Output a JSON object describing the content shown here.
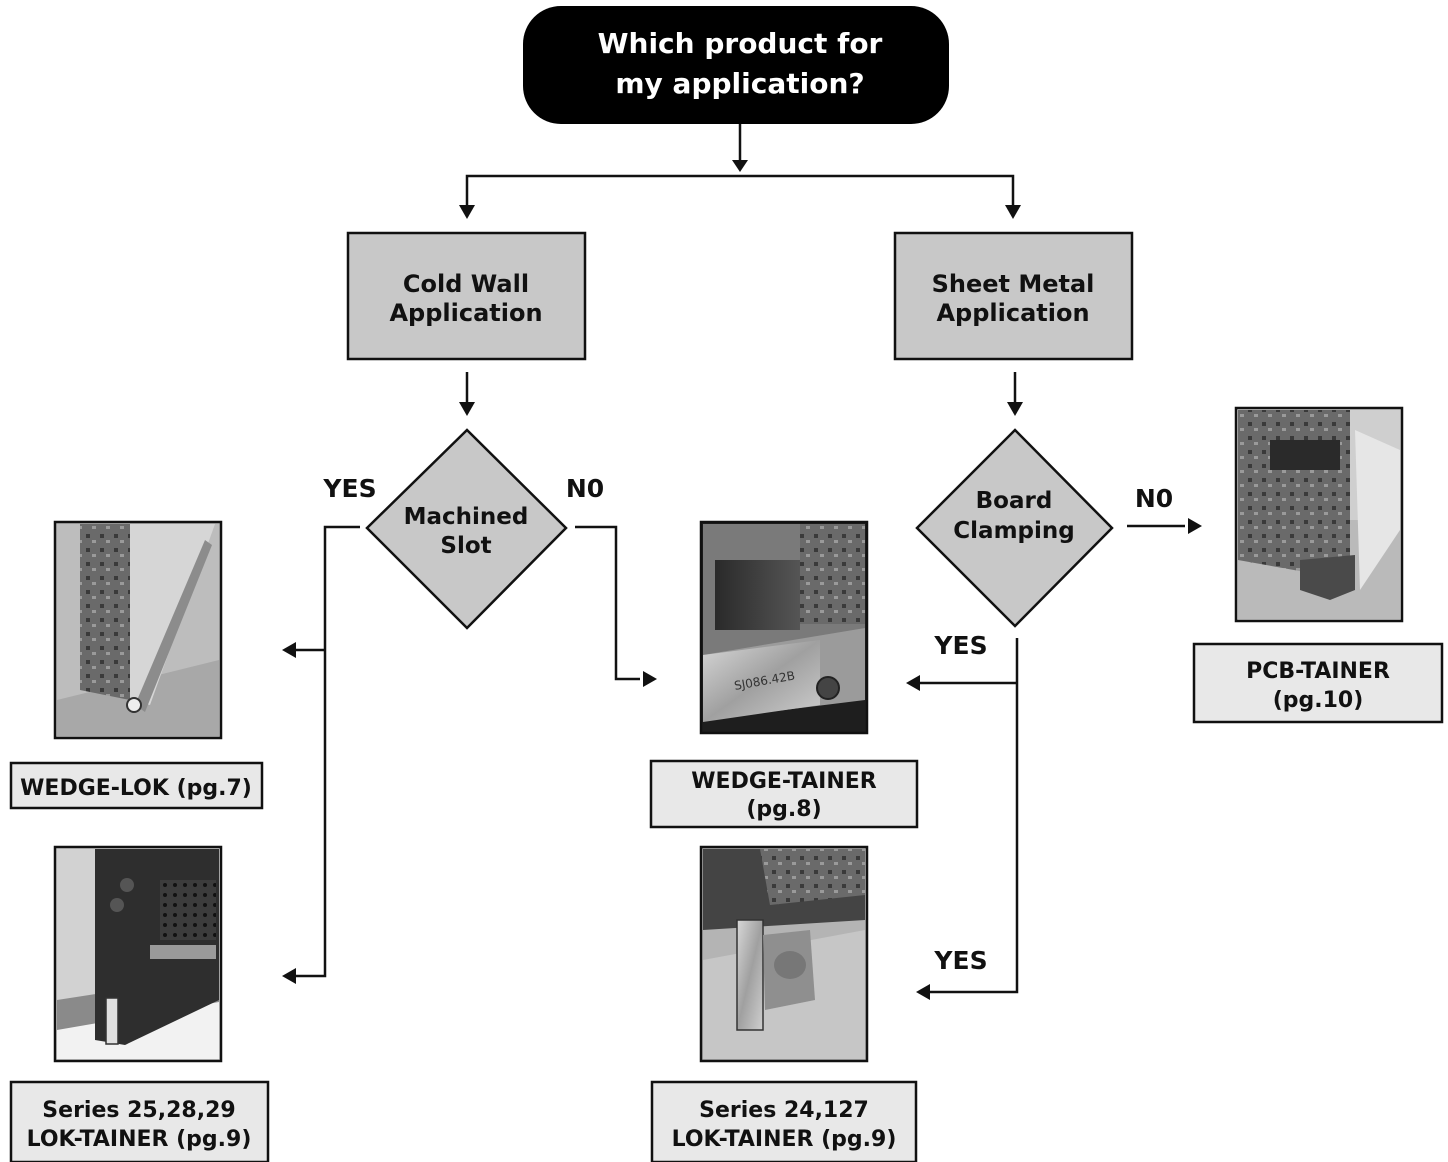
{
  "start": {
    "line1": "Which product for",
    "line2": "my application?"
  },
  "application_boxes": {
    "cold_wall": {
      "line1": "Cold Wall",
      "line2": "Application"
    },
    "sheet_metal": {
      "line1": "Sheet Metal",
      "line2": "Application"
    }
  },
  "decisions": {
    "machined_slot": {
      "line1": "Machined",
      "line2": "Slot"
    },
    "board_clamping": {
      "line1": "Board",
      "line2": "Clamping"
    }
  },
  "branch_labels": {
    "cold_yes": "YES",
    "cold_no": "N0",
    "sheet_no": "N0",
    "sheet_yes_1": "YES",
    "sheet_yes_2": "YES"
  },
  "products": {
    "wedge_lok": {
      "line1": "WEDGE-LOK (pg.7)",
      "photo": "wedge-lok-photo"
    },
    "series_25": {
      "line1": "Series 25,28,29",
      "line2": "LOK-TAINER (pg.9)",
      "photo": "lok-tainer-25-photo"
    },
    "wedge_tainer": {
      "line1": "WEDGE-TAINER",
      "line2": "(pg.8)",
      "photo": "wedge-tainer-photo",
      "part_marking": "SJ086.42B"
    },
    "series_24": {
      "line1": "Series 24,127",
      "line2": "LOK-TAINER (pg.9)",
      "photo": "lok-tainer-24-photo"
    },
    "pcb_tainer": {
      "line1": "PCB-TAINER",
      "line2": "(pg.10)",
      "photo": "pcb-tainer-photo"
    }
  },
  "colors": {
    "box_fill": "#c8c8c8",
    "label_fill": "#e8e8e8",
    "start_fill": "#000000",
    "line": "#111111"
  }
}
